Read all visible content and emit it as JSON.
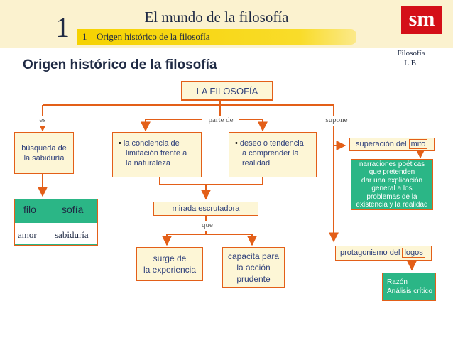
{
  "header": {
    "chapter_number": "1",
    "book_title": "El mundo de la filosofía",
    "section_number": "1",
    "section_title": "Origen histórico de la filosofía",
    "logo_text": "sm",
    "subject_line1": "Filosofía",
    "subject_line2": "L.B."
  },
  "page_title": "Origen histórico de la filosofía",
  "colors": {
    "connector": "#e35f18",
    "box_fill": "#fdf6d6",
    "box_text": "#2e3f7a",
    "green": "#2bb686",
    "yellow_band": "#fbf2cf",
    "section_bar": "#f6d200",
    "logo_red": "#d40f18"
  },
  "map": {
    "root": "LA FILOSOFÍA",
    "edge_es": "es",
    "edge_parte_de": "parte de",
    "edge_supone": "supone",
    "edge_que": "que",
    "busqueda_line1": "búsqueda de",
    "busqueda_line2": "la sabiduría",
    "conciencia_line1": "la conciencia de",
    "conciencia_line2": "limitación frente a",
    "conciencia_line3": "la naturaleza",
    "deseo_line1": "deseo o tendencia",
    "deseo_line2": "a comprender la",
    "deseo_line3": "realidad",
    "mirada": "mirada escrutadora",
    "surge_line1": "surge de",
    "surge_line2": "la experiencia",
    "capacita_line1": "capacita para",
    "capacita_line2": "la acción",
    "capacita_line3": "prudente",
    "filo": "filo",
    "sofia": "sofía",
    "amor": "amor",
    "sabiduria": "sabiduría",
    "superacion_prefix": "superación del",
    "superacion_key": "mito",
    "narraciones_line1": "narraciones poéticas",
    "narraciones_line2": "que pretenden",
    "narraciones_line3": "dar una explicación",
    "narraciones_line4": "general a los",
    "narraciones_line5": "problemas de la",
    "narraciones_line6": "existencia y la realidad",
    "protagonismo_prefix": "protagonismo del",
    "protagonismo_key": "logos",
    "razon": "Razón",
    "analisis": "Análisis crítico"
  }
}
